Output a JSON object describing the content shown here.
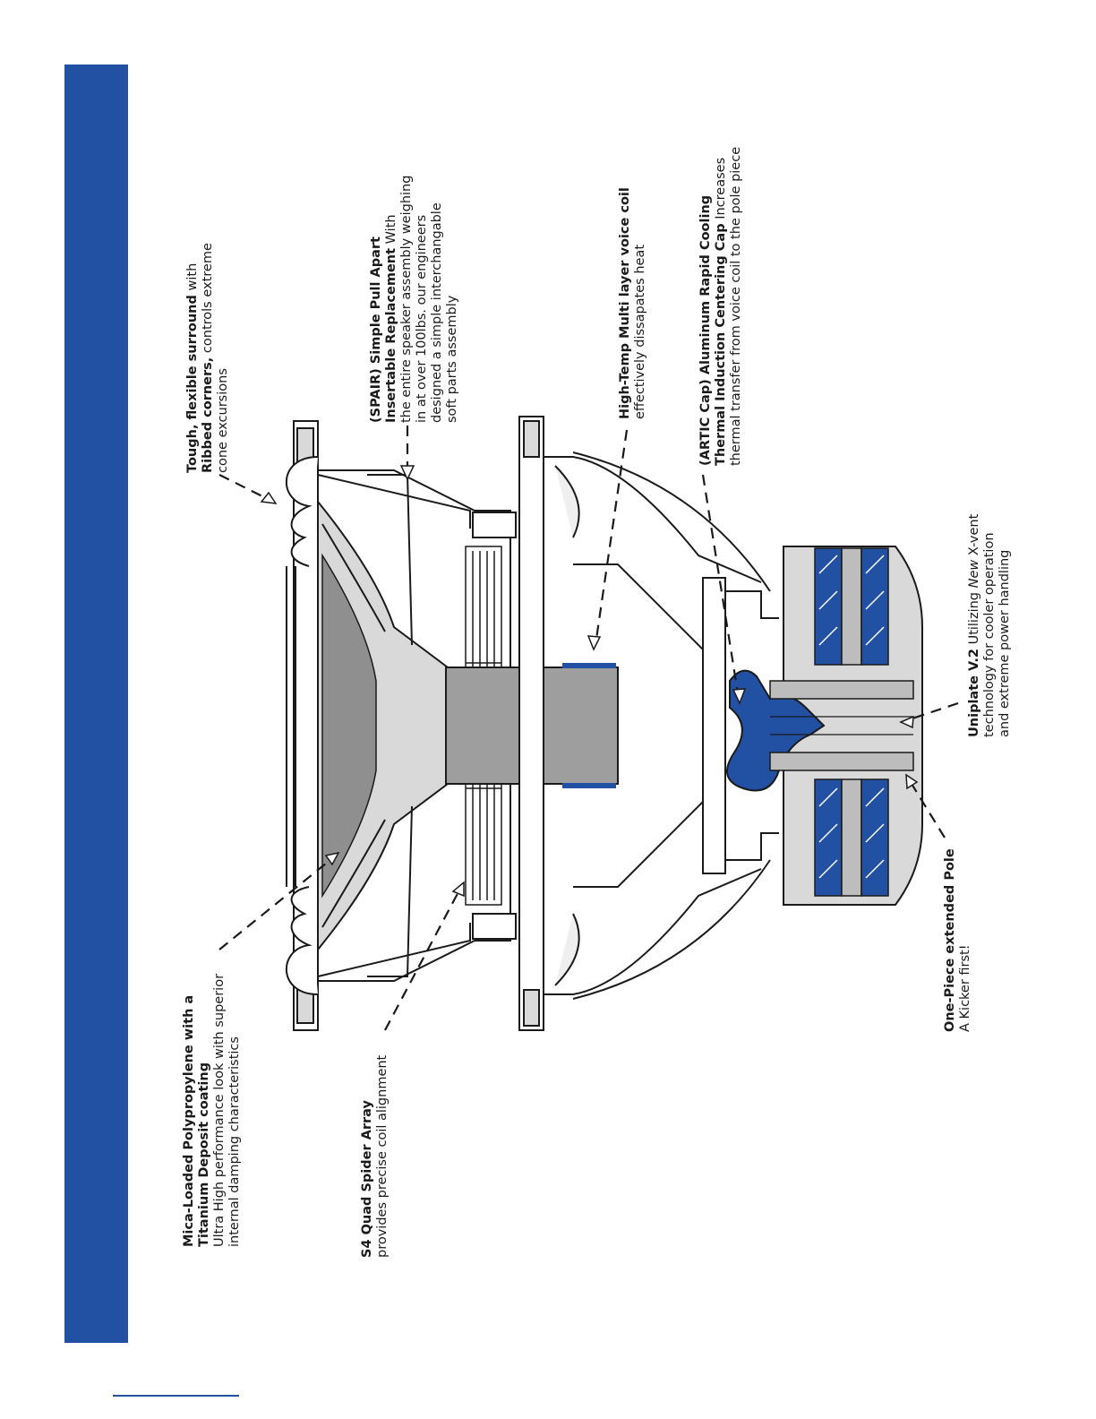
{
  "colors": {
    "brand_blue": "#2251a4",
    "steel_gray": "#9e9e9e",
    "light_gray": "#d9d9d9",
    "mid_gray": "#bdbdbd"
  },
  "callouts": {
    "surround": {
      "bold1": "Tough, flexible surround",
      "text1": " with",
      "bold2": "Ribbed corners,",
      "text2": " controls extreme",
      "line3": "cone excursions"
    },
    "spair": {
      "bold1": "(SPAIR) Simple Pull Apart",
      "bold2": "Insertable Replacement",
      "text2": " With",
      "line3": "the entire speaker assembly weighing",
      "line4": "in at over 100lbs. our engineers",
      "line5": "designed a simple interchangable",
      "line6": "soft parts assembly"
    },
    "voicecoil": {
      "bold1": "High-Temp Multi layer voice coil",
      "line2": "effectively dissapates heat"
    },
    "artic": {
      "bold1": "(ARTIC Cap) Aluminum Rapid Cooling",
      "bold2": "Thermal Induction Centering Cap",
      "text2": " Increases",
      "line3": "thermal transfer from voice coil to the pole piece"
    },
    "uniplate": {
      "bold1": "Uniplate V.2",
      "text1": " Utilizing ",
      "italic1": "New",
      "text1b": " X-vent",
      "line2": "technology for cooler operation",
      "line3": "and extreme power handling"
    },
    "pole": {
      "bold1": "One-Piece extended Pole",
      "line2": "A Kicker first!"
    },
    "cone": {
      "bold1": "Mica-Loaded Polypropylene with a",
      "bold2": "Titanium Deposit coating",
      "line3": "Ultra High performance look with superior",
      "line4": "internal damping characteristics"
    },
    "spider": {
      "bold1": "S4 Quad Spider Array",
      "line2": "provides precise coil alignment"
    }
  }
}
